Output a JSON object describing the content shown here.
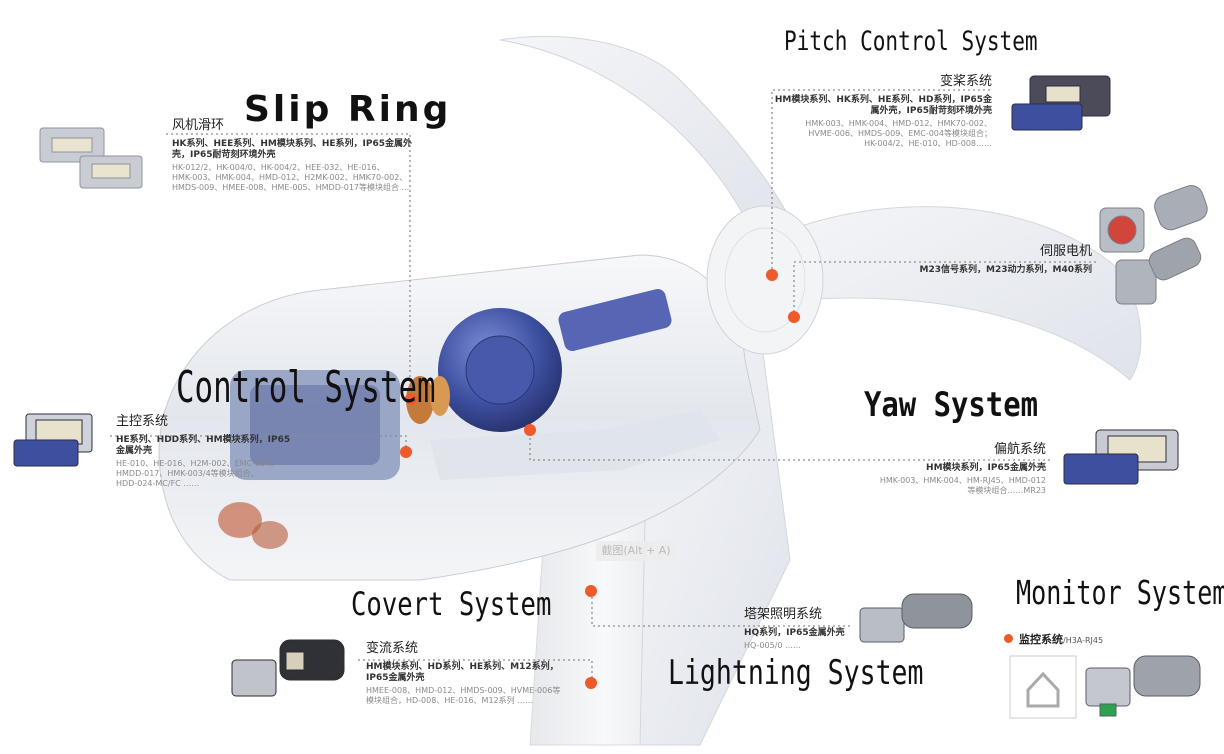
{
  "titles": {
    "slip_ring": "Slip Ring",
    "pitch_control": "Pitch Control System",
    "control": "Control System",
    "yaw": "Yaw System",
    "covert": "Covert System",
    "lightning": "Lightning System",
    "monitor": "Monitor System"
  },
  "slip_ring": {
    "heading": "风机滑环",
    "sub": [
      "HK系列、HEE系列、HM模块系列、HE系列，IP65金属外",
      "壳，IP65耐苛刻环境外壳"
    ],
    "models": [
      "HK-012/2、HK-004/0、HK-004/2、HEE-032、HE-016、",
      "HMK-003、HMK-004、HMD-012、H2MK-002、HMK70-002、",
      "HMDS-009、HMEE-008、HME-005、HMDD-017等模块组合 ..."
    ]
  },
  "pitch": {
    "heading": "变桨系统",
    "sub": [
      "HM模块系列、HK系列、HE系列、HD系列，IP65金",
      "属外壳，IP65耐苛刻环境外壳"
    ],
    "models": [
      "HMK-003、HMK-004、HMD-012、HMK70-002、",
      "HVME-006、HMDS-009、EMC-004等模块组合；",
      "HK-004/2、HE-010、HD-008……"
    ]
  },
  "servo": {
    "heading": "伺服电机",
    "sub": [
      "M23信号系列，M23动力系列，M40系列"
    ]
  },
  "control": {
    "heading": "主控系统",
    "sub": [
      "HE系列、HDD系列、HM模块系列，IP65",
      "金属外壳"
    ],
    "models": [
      "HE-010、HE-016、H2M-002、EMC-004、",
      "HMDD-017、HMK-003/4等模块组合、",
      "HDD-024-MC/FC ……"
    ]
  },
  "yaw": {
    "heading": "偏航系统",
    "sub": [
      "HM模块系列，IP65金属外壳"
    ],
    "models": [
      "HMK-003、HMK-004、HM-RJ45、HMD-012",
      "等模块组合……MR23"
    ]
  },
  "tower_light": {
    "heading": "塔架照明系统",
    "sub": [
      "HQ系列，IP65金属外壳"
    ],
    "models": [
      "HQ-005/0 ……"
    ]
  },
  "converter": {
    "heading": "变流系统",
    "sub": [
      "HM模块系列、HD系列、HE系列、M12系列，",
      "IP65金属外壳"
    ],
    "models": [
      "HMEE-008、HMD-012、HMDS-009、HVME-006等",
      "模块组合，HD-008、HE-016、M12系列 ……"
    ]
  },
  "monitor": {
    "label": "监控系统",
    "ext": "/H3A-RJ45"
  },
  "hint": "截图(Alt + A)",
  "colors": {
    "accent_dot": "#ee5a2a",
    "turbine_body": "#eef1f5",
    "motor_blue": "#3d4fa0"
  }
}
